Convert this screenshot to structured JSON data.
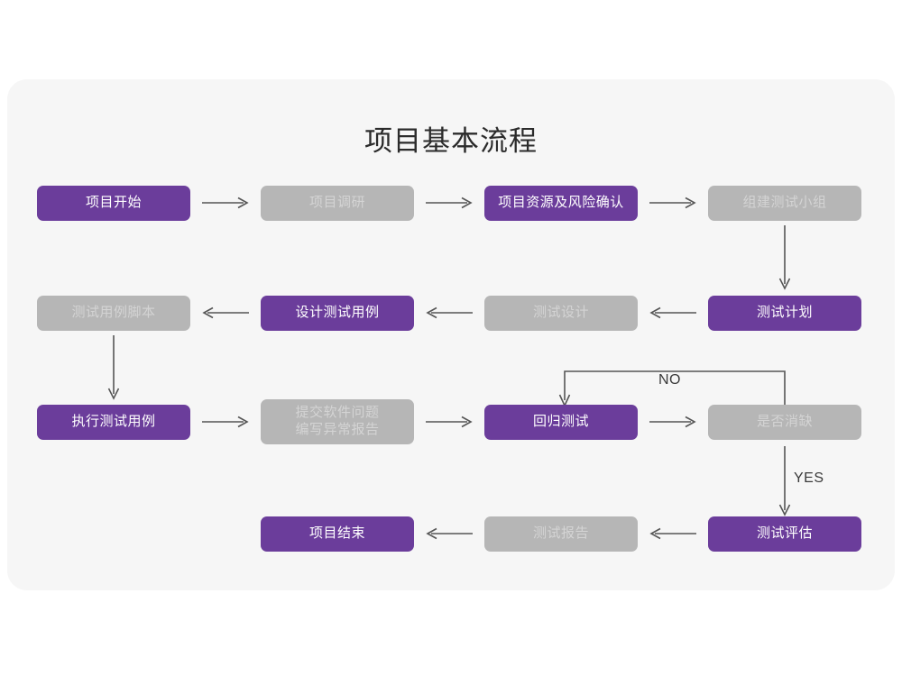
{
  "page": {
    "title": "项目基本流程",
    "card_bg": "#f6f6f6",
    "page_bg": "#ffffff"
  },
  "colors": {
    "purple": "#6b3d9b",
    "purple_text": "#ffffff",
    "gray": "#b6b6b6",
    "gray_text": "#d4d4d4",
    "arrow": "#555555",
    "label_text": "#3a3a3a",
    "title_text": "#2b2b2b"
  },
  "flow": {
    "nodes": [
      {
        "id": "n1",
        "label": "项目开始",
        "style": "purple",
        "row": 1,
        "col": 1
      },
      {
        "id": "n2",
        "label": "项目调研",
        "style": "gray",
        "row": 1,
        "col": 2
      },
      {
        "id": "n3",
        "label": "项目资源及风险确认",
        "style": "purple",
        "row": 1,
        "col": 3
      },
      {
        "id": "n4",
        "label": "组建测试小组",
        "style": "gray",
        "row": 1,
        "col": 4
      },
      {
        "id": "n5",
        "label": "测试用例脚本",
        "style": "gray",
        "row": 2,
        "col": 1
      },
      {
        "id": "n6",
        "label": "设计测试用例",
        "style": "purple",
        "row": 2,
        "col": 2
      },
      {
        "id": "n7",
        "label": "测试设计",
        "style": "gray",
        "row": 2,
        "col": 3
      },
      {
        "id": "n8",
        "label": "测试计划",
        "style": "purple",
        "row": 2,
        "col": 4
      },
      {
        "id": "n9",
        "label": "执行测试用例",
        "style": "purple",
        "row": 3,
        "col": 1
      },
      {
        "id": "n10",
        "label": "提交软件问题\n编写异常报告",
        "style": "gray",
        "row": 3,
        "col": 2
      },
      {
        "id": "n11",
        "label": "回归测试",
        "style": "purple",
        "row": 3,
        "col": 3
      },
      {
        "id": "n12",
        "label": "是否消缺",
        "style": "gray",
        "row": 3,
        "col": 4
      },
      {
        "id": "n13",
        "label": "项目结束",
        "style": "purple",
        "row": 4,
        "col": 2
      },
      {
        "id": "n14",
        "label": "测试报告",
        "style": "gray",
        "row": 4,
        "col": 3
      },
      {
        "id": "n15",
        "label": "测试评估",
        "style": "purple",
        "row": 4,
        "col": 4
      }
    ],
    "edge_labels": {
      "no": "NO",
      "yes": "YES"
    }
  }
}
